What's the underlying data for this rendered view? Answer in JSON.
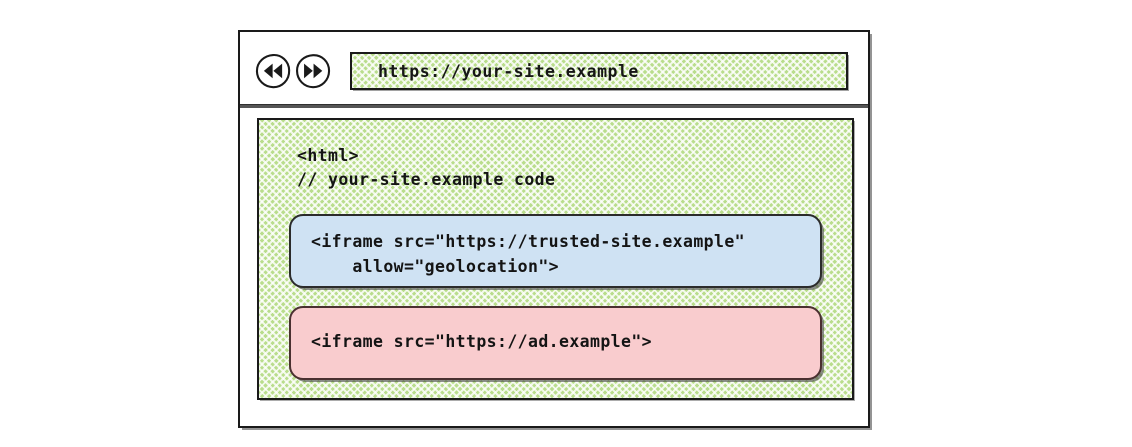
{
  "diagram": {
    "type": "browser-iframe-permission-delegation",
    "style": "hand-drawn-sketch"
  },
  "browser": {
    "toolbar": {
      "back_button": {
        "icon": "rewind-icon",
        "label": "Back"
      },
      "forward_button": {
        "icon": "fast-forward-icon",
        "label": "Forward"
      },
      "url_bar": {
        "value": "https://your-site.example",
        "placeholder": "https://your-site.example"
      }
    },
    "page": {
      "code_lines": [
        "<html>",
        "// your-site.example code"
      ],
      "iframes": [
        {
          "id": "trusted",
          "color": "#cfe2f3",
          "lines": [
            "<iframe src=\"https://trusted-site.example\"",
            "    allow=\"geolocation\">"
          ]
        },
        {
          "id": "ad",
          "color": "#f9ccce",
          "lines": [
            "<iframe src=\"https://ad.example\">"
          ]
        }
      ]
    }
  },
  "colors": {
    "page_background": "#b9dd8c",
    "trusted_iframe": "#cfe2f3",
    "ad_iframe": "#f9ccce",
    "stroke": "#1a1a1a",
    "canvas": "#ffffff"
  }
}
